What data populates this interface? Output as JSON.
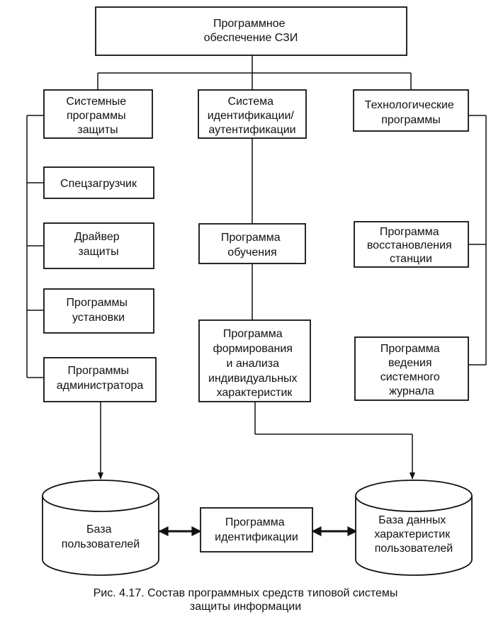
{
  "nodes": {
    "root": [
      "Программное",
      "обеспечение СЗИ"
    ],
    "system_protection": [
      "Системные",
      "программы",
      "защиты"
    ],
    "identification_system": [
      "Система",
      "идентификации/",
      "аутентификации"
    ],
    "technological": [
      "Технологические",
      "программы"
    ],
    "special_loader": [
      "Спецзагрузчик"
    ],
    "protection_driver": [
      "Драйвер",
      "защиты"
    ],
    "install_programs": [
      "Программы",
      "установки"
    ],
    "admin_programs": [
      "Программы",
      "администратора"
    ],
    "training_program": [
      "Программа",
      "обучения"
    ],
    "analysis_program": [
      "Программа",
      "формирования",
      "и анализа",
      "индивидуальных",
      "характеристик"
    ],
    "restore_program": [
      "Программа",
      "восстановления",
      "станции"
    ],
    "journal_program": [
      "Программа",
      "ведения",
      "системного",
      "журнала"
    ],
    "users_db": [
      "База",
      "пользователей"
    ],
    "identification_program": [
      "Программа",
      "идентификации"
    ],
    "characteristics_db": [
      "База данных",
      "характеристик",
      "пользователей"
    ]
  },
  "caption": {
    "line1": "Рис. 4.17. Состав программных средств типовой системы",
    "line2": "защиты информации"
  }
}
